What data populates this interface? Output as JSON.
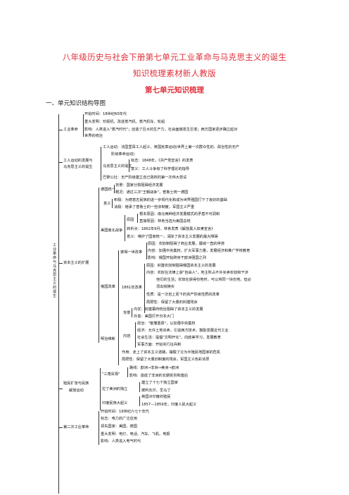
{
  "header": {
    "title_line1": "八年级历史与社会下册第七单元工业革命与马克思主义的诞生",
    "title_line2": "知识梳理素材新人教版",
    "unit_title": "第七单元知识梳理",
    "section": "一、单元知识结构导图"
  },
  "tree": {
    "root": "工业革命与马克思主义的诞生",
    "industrial_revolution": {
      "label": "工业革命",
      "start": "开始时间：18世纪60年代",
      "inventions": "重大发明：珍妮机、改进蒸汽机、蒸汽机车、轮船",
      "impact1": "影响：人类进入\"蒸汽时代\"；创造了巨大的生产力，社会面貌发生巨变；西方国家逐步确立起对",
      "impact2": "世界的统治"
    },
    "labor_movement": {
      "label1": "工人运动的发展与",
      "label2": "马克思主义的诞生",
      "workers1": "工人运动：法国里昂工人起义、英国宪章运动(世界上第一次群众性的、政治性的无产",
      "workers2": "阶级革命运动)",
      "marxism_label": "马克思主义的诞生",
      "marxism_mark": "标志：1848年，《共产党宣言》的发表",
      "marxism_meaning": "意义：工人斗争有了科学理论的指导",
      "paris": "巴黎公社：无产阶级建立自己政权的第一次伟大尝试"
    },
    "capitalism": {
      "label": "资本主义的扩展",
      "germany_label": "德国统一",
      "germany_bg": "背景：国家分裂阻碍经济发展",
      "germany_process": "概况：通过三次\"王朝战争\"，普鲁士统一德国",
      "germany_sig_label": "意义",
      "germany_pos": "积极：为德意志民族的进一步现代化和成为世界强国打下了良好的基础",
      "germany_neg": "消极：继承了普鲁士的一些旧制度，军国主义严重",
      "us_label": "美国南北战争",
      "us_cause_label": "原因",
      "us_cause_root": "根本原因：南北两种经济发展模式的矛盾不可调和",
      "us_cause_direct": "直接原因：林肯当选为美国总统",
      "us_turning": "转折点：1862年9月，林肯发表《解放黑人奴隶宣言》",
      "us_meaning": "意义：维护了国家统一，清除了资本主义发展的最大障碍",
      "russia_label": "俄国改革",
      "russia_pre_label": "彼得一世改革",
      "russia_pre_reason": "原因：农奴制阻碍了商业发展，疆域一直的停滞",
      "russia_pre_content": "内容：加强中央集权，扩大军事力量，发展经济和推广学校教育",
      "russia_pre_impact": "影响：俄国开始跻身于欧洲强国之列",
      "russia_1861_label": "1861年改革",
      "russia_1861_reason": "原因：封建农奴制阻碍俄国资本主义的发展",
      "russia_1861_content1": "内容：农奴在法律上获\"自由人\"，地主所占不许买卖农奴和干涉",
      "russia_1861_content2": "他们的生活；农奴在获得份地时，可以将同一块份地，但必",
      "russia_1861_content3": "须出钱赎买",
      "russia_1861_nature": "性质：是一次自上而下的资产阶级性质的改革",
      "russia_1861_impact": "局限性：保留了大量的封建残余",
      "japan_label": "明治维新",
      "japan_bg_label": "背景",
      "japan_bg_internal": "内忧：封建幕府统治阻碍了资本主义的发展",
      "japan_bg_external": "外患：美国打开日本大门",
      "japan_content_label": "内容",
      "japan_politics": "政治：\"废藩置县\"，以加强中央集权",
      "japan_economy": "经济：允许土地买卖，引进西方技术，鼓励发展近代工业",
      "japan_society": "社会生活：提倡\"文明开化\"，向欧美学习，发展教育",
      "japan_military": "军事方面：开始实行征兵制",
      "japan_effect": "作用：走上了资本主义道路，摆脱了沦为半殖民地国家的危机",
      "japan_limit": "局限性：保留了大量旧制度的残余，军国主义色彩浓厚"
    },
    "colonial": {
      "label1": "殖民扩张与民族",
      "label2": "解放运动",
      "triangle_label": "\"三角贸易\"",
      "triangle_route": "路线：欧洲→非洲→美洲→欧洲",
      "triangle_impact": "影响：造成了非洲的长期贫穷和落后",
      "latam_label": "拉丁美洲的独立",
      "latam_countries": "建立了十七个独立国家",
      "latam_hero": "玻利瓦尔、圣马丁",
      "india_label": "印度民族大起义",
      "india_target": "英国对印度的殖民",
      "india_years": "1857—1859年，印度人民大起义"
    },
    "second_ir": {
      "label": "第二次工业革命",
      "start": "开始时间：19世纪六七十年代",
      "mark": "标志：电力的广泛应用",
      "leaders": "领先国家：美国、德国",
      "inventions": "重大发明：电灯、电话、汽车、飞机、电报",
      "impact": "影响：人类进入电气时代"
    }
  }
}
